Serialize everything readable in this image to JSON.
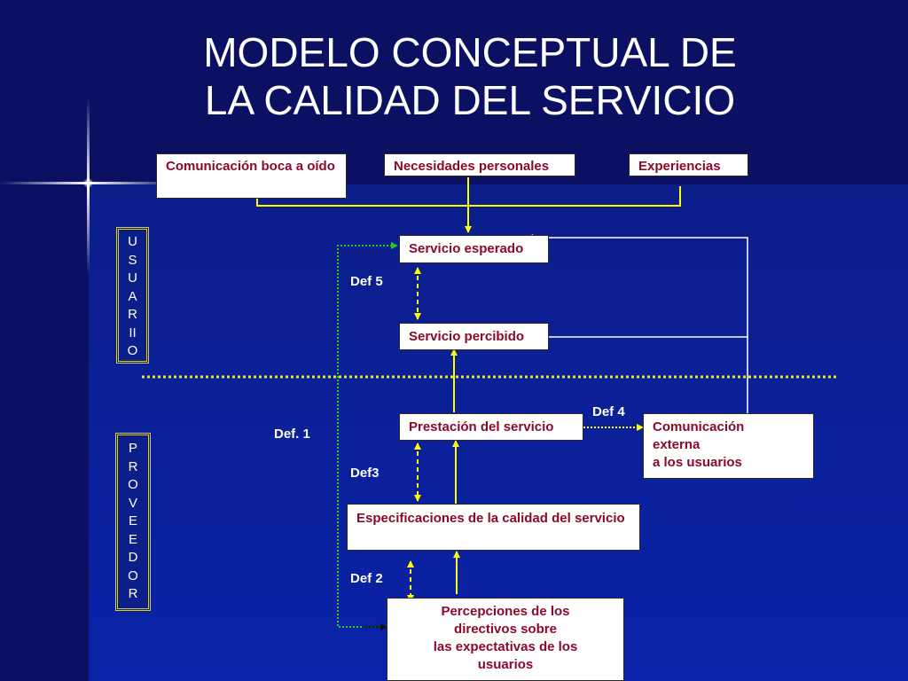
{
  "title": {
    "line1": "MODELO CONCEPTUAL DE",
    "line2": "LA CALIDAD DEL SERVICIO"
  },
  "boxes": {
    "boca_a_oido": "Comunicación boca a oído",
    "necesidades": "Necesidades personales",
    "experiencias": "Experiencias",
    "servicio_esperado": "Servicio esperado",
    "servicio_percibido": "Servicio percibido",
    "prestacion": "Prestación del servicio",
    "comunicacion_externa": [
      "Comunicación",
      "externa",
      "a los usuarios"
    ],
    "especificaciones": "Especificaciones de la calidad del servicio",
    "percepciones": [
      "Percepciones de los",
      "directivos sobre",
      "las expectativas de los",
      "usuarios"
    ]
  },
  "gaps": {
    "def1": "Def. 1",
    "def2": "Def 2",
    "def3": "Def3",
    "def4": "Def 4",
    "def5": "Def 5"
  },
  "side_labels": {
    "usuario": [
      "U",
      "S",
      "U",
      "A",
      "R",
      "II",
      "O"
    ],
    "proveedor": [
      "P",
      "R",
      "O",
      "V",
      "E",
      "E",
      "D",
      "O",
      "R"
    ]
  },
  "colors": {
    "box_text": "#8b0a2a",
    "connector_yellow": "#ffff00",
    "connector_white": "#ffffff",
    "connector_green": "#22cc22",
    "divider": "#e8e830"
  }
}
